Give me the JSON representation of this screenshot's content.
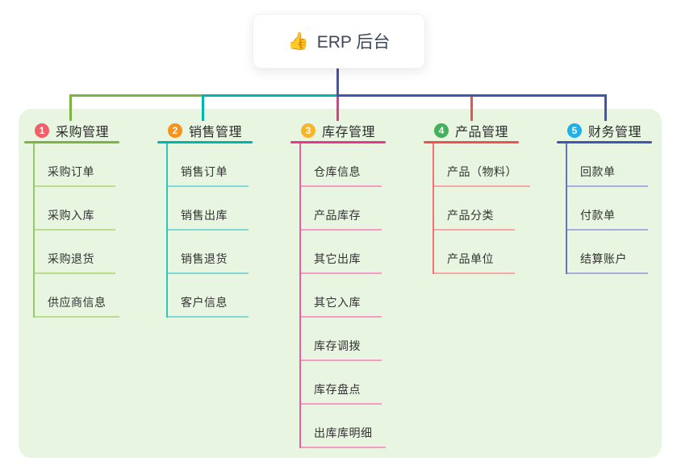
{
  "root": {
    "icon": "👍",
    "label": "ERP 后台"
  },
  "colors": {
    "page_bg": "#ffffff",
    "panel_bg": "#e8f5e1",
    "root_text": "#3c4858"
  },
  "branches": [
    {
      "num": "1",
      "label": "采购管理",
      "badge_color": "#f25f66",
      "line_color": "#7cb342",
      "trunk_color": "#97c961",
      "light_color": "#b8dc90",
      "children": [
        {
          "label": "采购订单"
        },
        {
          "label": "采购入库"
        },
        {
          "label": "采购退货"
        },
        {
          "label": "供应商信息"
        }
      ]
    },
    {
      "num": "2",
      "label": "销售管理",
      "badge_color": "#f6921e",
      "line_color": "#00b5ad",
      "trunk_color": "#33c4bd",
      "light_color": "#82d9d3",
      "children": [
        {
          "label": "销售订单"
        },
        {
          "label": "销售出库"
        },
        {
          "label": "销售退货"
        },
        {
          "label": "客户信息"
        }
      ]
    },
    {
      "num": "3",
      "label": "库存管理",
      "badge_color": "#f7b52c",
      "line_color": "#e8388d",
      "trunk_color": "#ed5fa3",
      "light_color": "#f49cc6",
      "children": [
        {
          "label": "仓库信息"
        },
        {
          "label": "产品库存"
        },
        {
          "label": "其它出库"
        },
        {
          "label": "其它入库"
        },
        {
          "label": "库存调拨"
        },
        {
          "label": "库存盘点"
        },
        {
          "label": "出库库明细"
        }
      ]
    },
    {
      "num": "4",
      "label": "产品管理",
      "badge_color": "#43b05c",
      "line_color": "#f05050",
      "trunk_color": "#f37171",
      "light_color": "#f8a8a4",
      "children": [
        {
          "label": "产品（物料）"
        },
        {
          "label": "产品分类"
        },
        {
          "label": "产品单位"
        }
      ]
    },
    {
      "num": "5",
      "label": "财务管理",
      "badge_color": "#1fb0e8",
      "line_color": "#4253b4",
      "trunk_color": "#6372c3",
      "light_color": "#a4afdd",
      "children": [
        {
          "label": "回款单"
        },
        {
          "label": "付款单"
        },
        {
          "label": "结算账户"
        }
      ]
    }
  ]
}
